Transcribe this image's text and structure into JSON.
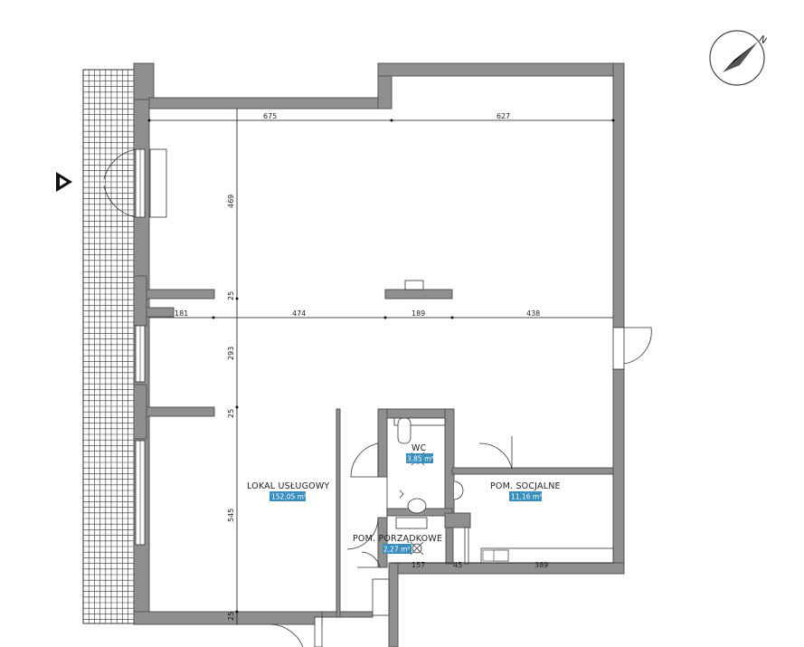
{
  "compass": {
    "label": "N"
  },
  "dimensions": {
    "top_left": "675",
    "top_right": "627",
    "mid_1": "181",
    "mid_2": "474",
    "mid_3": "189",
    "mid_4": "438",
    "vert_upper": "469",
    "vert_small_1": "25",
    "vert_middle": "293",
    "vert_small_2": "25",
    "vert_lower": "545",
    "vert_bottom": "25",
    "bottom_157": "157",
    "bottom_45": "45",
    "bottom_389": "389"
  },
  "rooms": {
    "lokal": {
      "name": "LOKAL USŁUGOWY",
      "area": "152,05 m²"
    },
    "wc": {
      "name": "WC",
      "area": "3,85 m²"
    },
    "socjalne": {
      "name": "POM. SOCJALNE",
      "area": "11,16 m²"
    },
    "porzadkowe": {
      "name": "POM. PORZĄDKOWE",
      "area": "2,27 m²"
    }
  },
  "colors": {
    "wall": "#8f8f8f",
    "badge": "#3a8fbf"
  }
}
